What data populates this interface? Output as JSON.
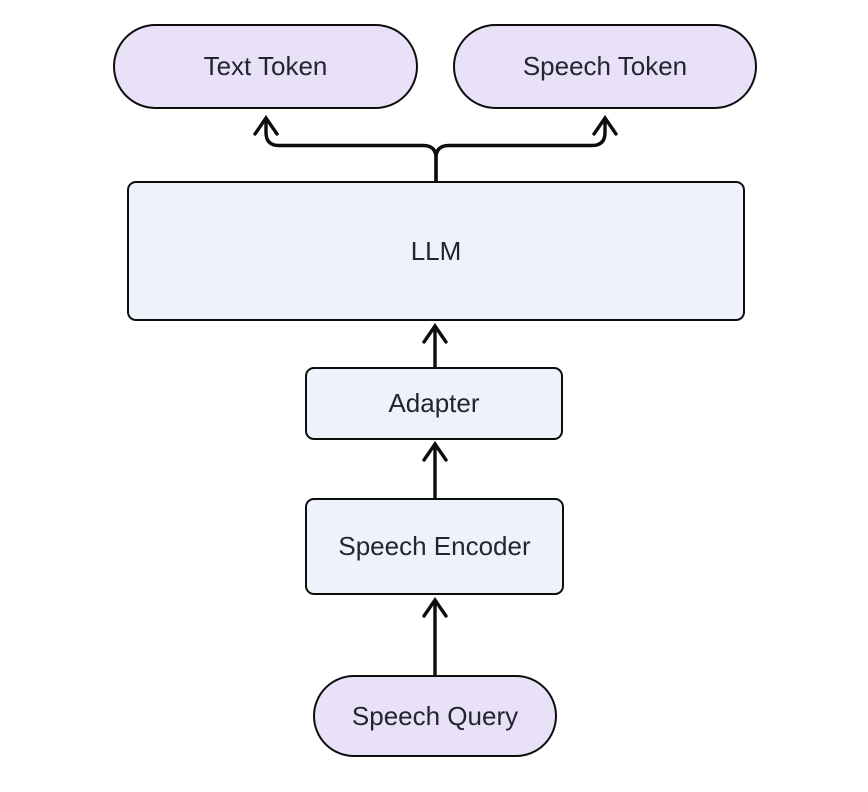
{
  "colors": {
    "background": "#ffffff",
    "stroke": "#0d0d0d",
    "text": "#22262e",
    "pill-fill": "#e8e1f8",
    "rect-fill": "#edf2fb"
  },
  "diagram": {
    "type": "flowchart",
    "direction": "bottom-to-top",
    "nodes": {
      "text_token": {
        "label": "Text Token",
        "shape": "pill"
      },
      "speech_token": {
        "label": "Speech Token",
        "shape": "pill"
      },
      "llm": {
        "label": "LLM",
        "shape": "rect"
      },
      "adapter": {
        "label": "Adapter",
        "shape": "rect"
      },
      "speech_encoder": {
        "label": "Speech Encoder",
        "shape": "rect"
      },
      "speech_query": {
        "label": "Speech Query",
        "shape": "pill"
      }
    },
    "edges": [
      {
        "from": "Speech Query",
        "to": "Speech Encoder"
      },
      {
        "from": "Speech Encoder",
        "to": "Adapter"
      },
      {
        "from": "Adapter",
        "to": "LLM"
      },
      {
        "from": "LLM",
        "to": "Text Token"
      },
      {
        "from": "LLM",
        "to": "Speech Token"
      }
    ]
  }
}
